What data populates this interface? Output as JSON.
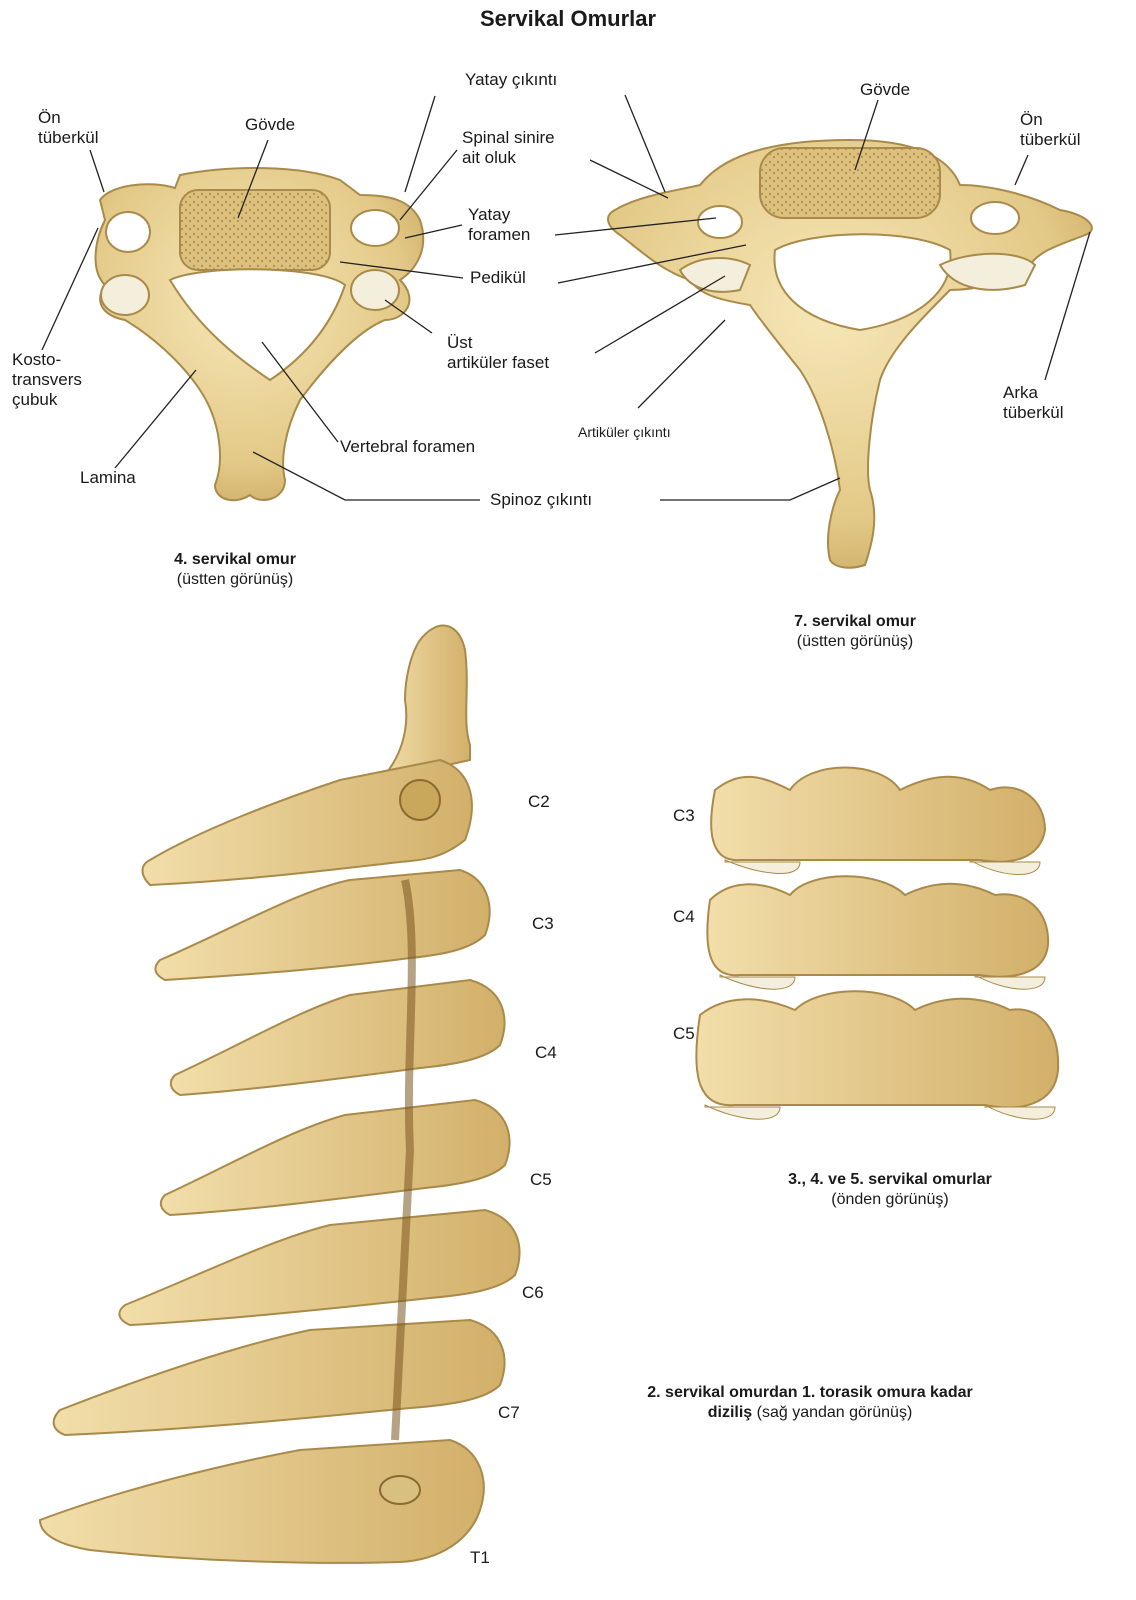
{
  "title": "Servikal Omurlar",
  "colors": {
    "bone": "#e9d49a",
    "bone_dark": "#c9a85c",
    "shadow": "#8a6a2e",
    "line": "#222222"
  },
  "labels": {
    "on_tuberkul_left": "Ön\ntüberkül",
    "govde_left": "Gövde",
    "yatay_cikinti": "Yatay çıkıntı",
    "spinal_sinire": "Spinal sinire\nait oluk",
    "yatay_foramen": "Yatay\nforamen",
    "pedikul": "Pedikül",
    "ust_artikuler": "Üst\nartiküler faset",
    "kosto": "Kosto-\ntransvers\nçubuk",
    "lamina": "Lamina",
    "vertebral_foramen": "Vertebral foramen",
    "spinoz": "Spinoz çıkıntı",
    "govde_right": "Gövde",
    "on_tuberkul_right": "Ön\ntüberkül",
    "artikuler_cikinti": "Artiküler çıkıntı",
    "arka_tuberkul": "Arka\ntüberkül"
  },
  "captions": {
    "c4": {
      "bold": "4. servikal omur",
      "sub": "(üstten görünüş)"
    },
    "c7": {
      "bold": "7. servikal omur",
      "sub": "(üstten görünüş)"
    },
    "c345": {
      "bold": "3., 4. ve 5. servikal omurlar",
      "sub": "(önden görünüş)"
    },
    "column": {
      "bold": "2. servikal omurdan 1. torasik omura kadar",
      "bold2": "diziliş",
      "sub": "(sağ yandan görünüş)"
    }
  },
  "side_levels": [
    "C2",
    "C3",
    "C4",
    "C5",
    "C6",
    "C7",
    "T1"
  ],
  "front_levels": [
    "C3",
    "C4",
    "C5"
  ]
}
